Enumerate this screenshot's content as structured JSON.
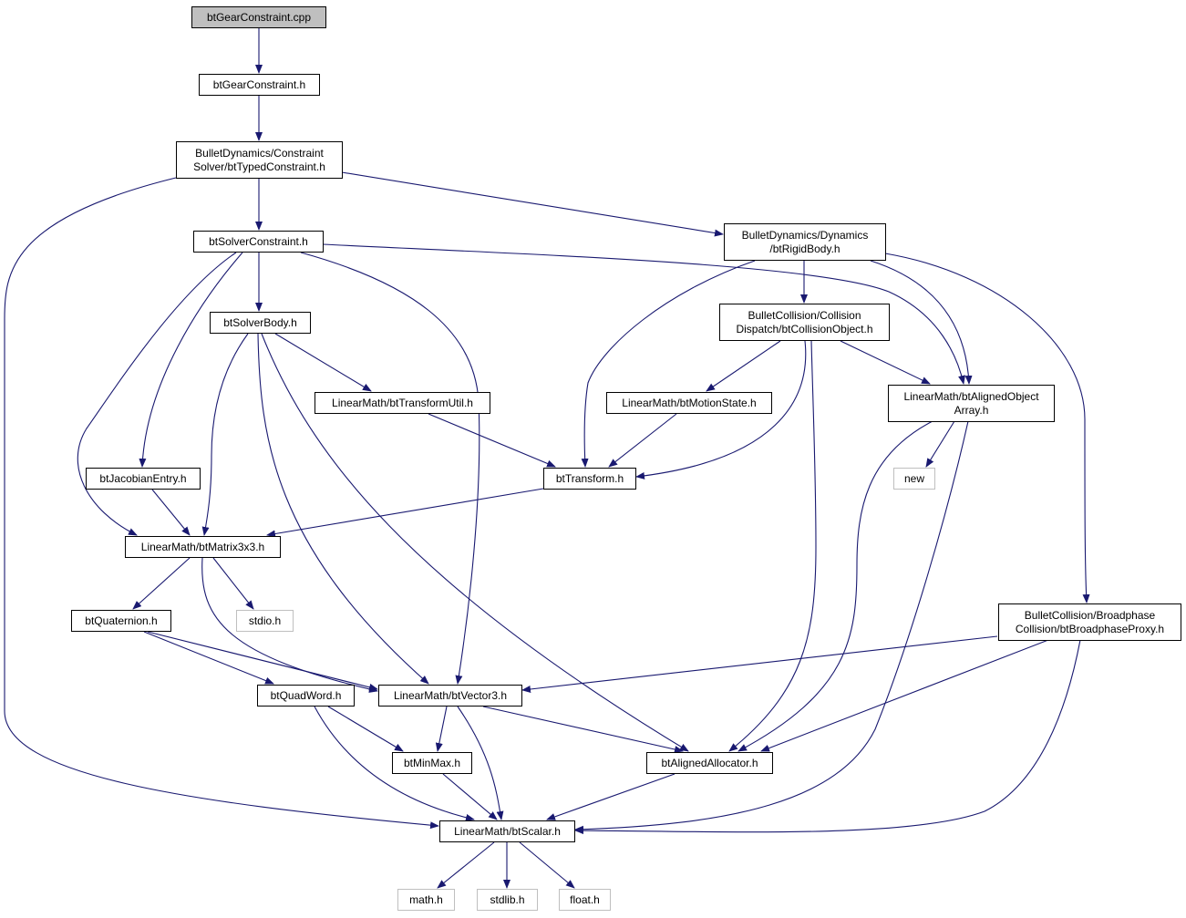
{
  "colors": {
    "edge": "#191970",
    "root_fill": "#bfbfbf",
    "node_fill": "#ffffff",
    "node_border": "#000000",
    "system_border": "#bfbfbf"
  },
  "nodes": [
    {
      "id": "n0",
      "lines": [
        "btGearConstraint.cpp"
      ],
      "kind": "root"
    },
    {
      "id": "n1",
      "lines": [
        "btGearConstraint.h"
      ],
      "kind": "file"
    },
    {
      "id": "n2",
      "lines": [
        "BulletDynamics/Constraint",
        "Solver/btTypedConstraint.h"
      ],
      "kind": "file"
    },
    {
      "id": "n3",
      "lines": [
        "btSolverConstraint.h"
      ],
      "kind": "file"
    },
    {
      "id": "n4",
      "lines": [
        "BulletDynamics/Dynamics",
        "/btRigidBody.h"
      ],
      "kind": "file"
    },
    {
      "id": "n5",
      "lines": [
        "btSolverBody.h"
      ],
      "kind": "file"
    },
    {
      "id": "n6",
      "lines": [
        "BulletCollision/Collision",
        "Dispatch/btCollisionObject.h"
      ],
      "kind": "file"
    },
    {
      "id": "n7",
      "lines": [
        "LinearMath/btTransformUtil.h"
      ],
      "kind": "file"
    },
    {
      "id": "n8",
      "lines": [
        "LinearMath/btMotionState.h"
      ],
      "kind": "file"
    },
    {
      "id": "n9",
      "lines": [
        "LinearMath/btAlignedObject",
        "Array.h"
      ],
      "kind": "file"
    },
    {
      "id": "n10",
      "lines": [
        "btJacobianEntry.h"
      ],
      "kind": "file"
    },
    {
      "id": "n11",
      "lines": [
        "btTransform.h"
      ],
      "kind": "file"
    },
    {
      "id": "n12",
      "lines": [
        "new"
      ],
      "kind": "system"
    },
    {
      "id": "n13",
      "lines": [
        "LinearMath/btMatrix3x3.h"
      ],
      "kind": "file"
    },
    {
      "id": "n14",
      "lines": [
        "btQuaternion.h"
      ],
      "kind": "file"
    },
    {
      "id": "n15",
      "lines": [
        "stdio.h"
      ],
      "kind": "system"
    },
    {
      "id": "n16",
      "lines": [
        "BulletCollision/Broadphase",
        "Collision/btBroadphaseProxy.h"
      ],
      "kind": "file"
    },
    {
      "id": "n17",
      "lines": [
        "btQuadWord.h"
      ],
      "kind": "file"
    },
    {
      "id": "n18",
      "lines": [
        "LinearMath/btVector3.h"
      ],
      "kind": "file"
    },
    {
      "id": "n19",
      "lines": [
        "btMinMax.h"
      ],
      "kind": "file"
    },
    {
      "id": "n20",
      "lines": [
        "btAlignedAllocator.h"
      ],
      "kind": "file"
    },
    {
      "id": "n21",
      "lines": [
        "LinearMath/btScalar.h"
      ],
      "kind": "file"
    },
    {
      "id": "n22",
      "lines": [
        "math.h"
      ],
      "kind": "system"
    },
    {
      "id": "n23",
      "lines": [
        "stdlib.h"
      ],
      "kind": "system"
    },
    {
      "id": "n24",
      "lines": [
        "float.h"
      ],
      "kind": "system"
    }
  ],
  "edges": [
    [
      "n0",
      "n1"
    ],
    [
      "n1",
      "n2"
    ],
    [
      "n2",
      "n3"
    ],
    [
      "n2",
      "n4"
    ],
    [
      "n2",
      "n21"
    ],
    [
      "n3",
      "n5"
    ],
    [
      "n3",
      "n10"
    ],
    [
      "n3",
      "n13"
    ],
    [
      "n3",
      "n18"
    ],
    [
      "n3",
      "n9"
    ],
    [
      "n4",
      "n6"
    ],
    [
      "n4",
      "n11"
    ],
    [
      "n4",
      "n9"
    ],
    [
      "n4",
      "n16"
    ],
    [
      "n5",
      "n7"
    ],
    [
      "n5",
      "n13"
    ],
    [
      "n5",
      "n18"
    ],
    [
      "n5",
      "n20"
    ],
    [
      "n6",
      "n8"
    ],
    [
      "n6",
      "n11"
    ],
    [
      "n6",
      "n9"
    ],
    [
      "n6",
      "n20"
    ],
    [
      "n7",
      "n11"
    ],
    [
      "n8",
      "n11"
    ],
    [
      "n9",
      "n12"
    ],
    [
      "n9",
      "n20"
    ],
    [
      "n9",
      "n21"
    ],
    [
      "n10",
      "n13"
    ],
    [
      "n11",
      "n13"
    ],
    [
      "n13",
      "n14"
    ],
    [
      "n13",
      "n15"
    ],
    [
      "n13",
      "n18"
    ],
    [
      "n14",
      "n17"
    ],
    [
      "n14",
      "n18"
    ],
    [
      "n16",
      "n18"
    ],
    [
      "n16",
      "n20"
    ],
    [
      "n16",
      "n21"
    ],
    [
      "n17",
      "n19"
    ],
    [
      "n17",
      "n21"
    ],
    [
      "n18",
      "n19"
    ],
    [
      "n18",
      "n20"
    ],
    [
      "n18",
      "n21"
    ],
    [
      "n19",
      "n21"
    ],
    [
      "n20",
      "n21"
    ],
    [
      "n21",
      "n22"
    ],
    [
      "n21",
      "n23"
    ],
    [
      "n21",
      "n24"
    ]
  ]
}
